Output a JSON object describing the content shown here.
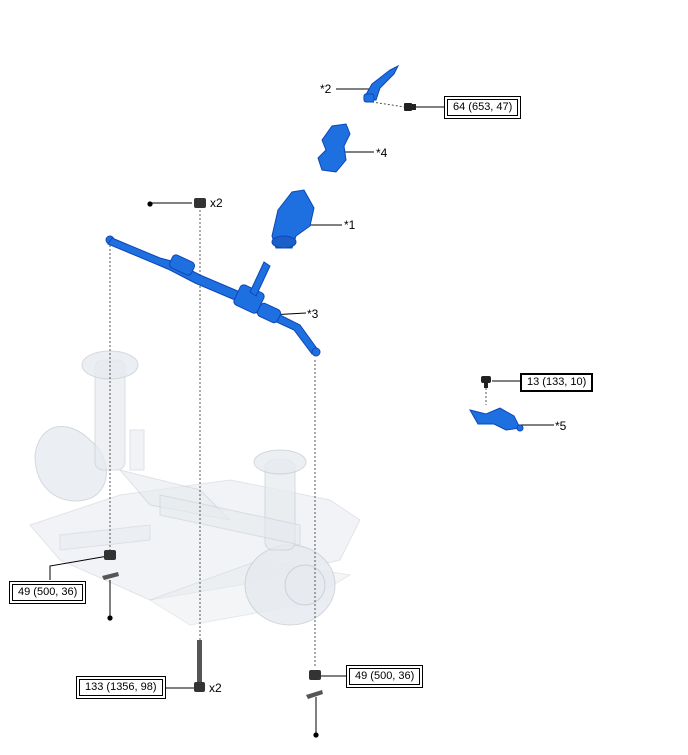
{
  "callouts": {
    "c1": "*1",
    "c2": "*2",
    "c3": "*3",
    "c4": "*4",
    "c5": "*5"
  },
  "quantities": {
    "tie_rod_nut_qty": "x2",
    "bolt_qty": "x2"
  },
  "torque_specs": {
    "t64": "64 (653, 47)",
    "t13": "13 (133, 10)",
    "t49_left": "49 (500, 36)",
    "t133": "133 (1356, 98)",
    "t49_right": "49 (500, 36)"
  },
  "colors": {
    "part_blue": "#1e6fe0",
    "part_blue_dark": "#0d47b8",
    "ghost_gray": "#d8dde2"
  }
}
